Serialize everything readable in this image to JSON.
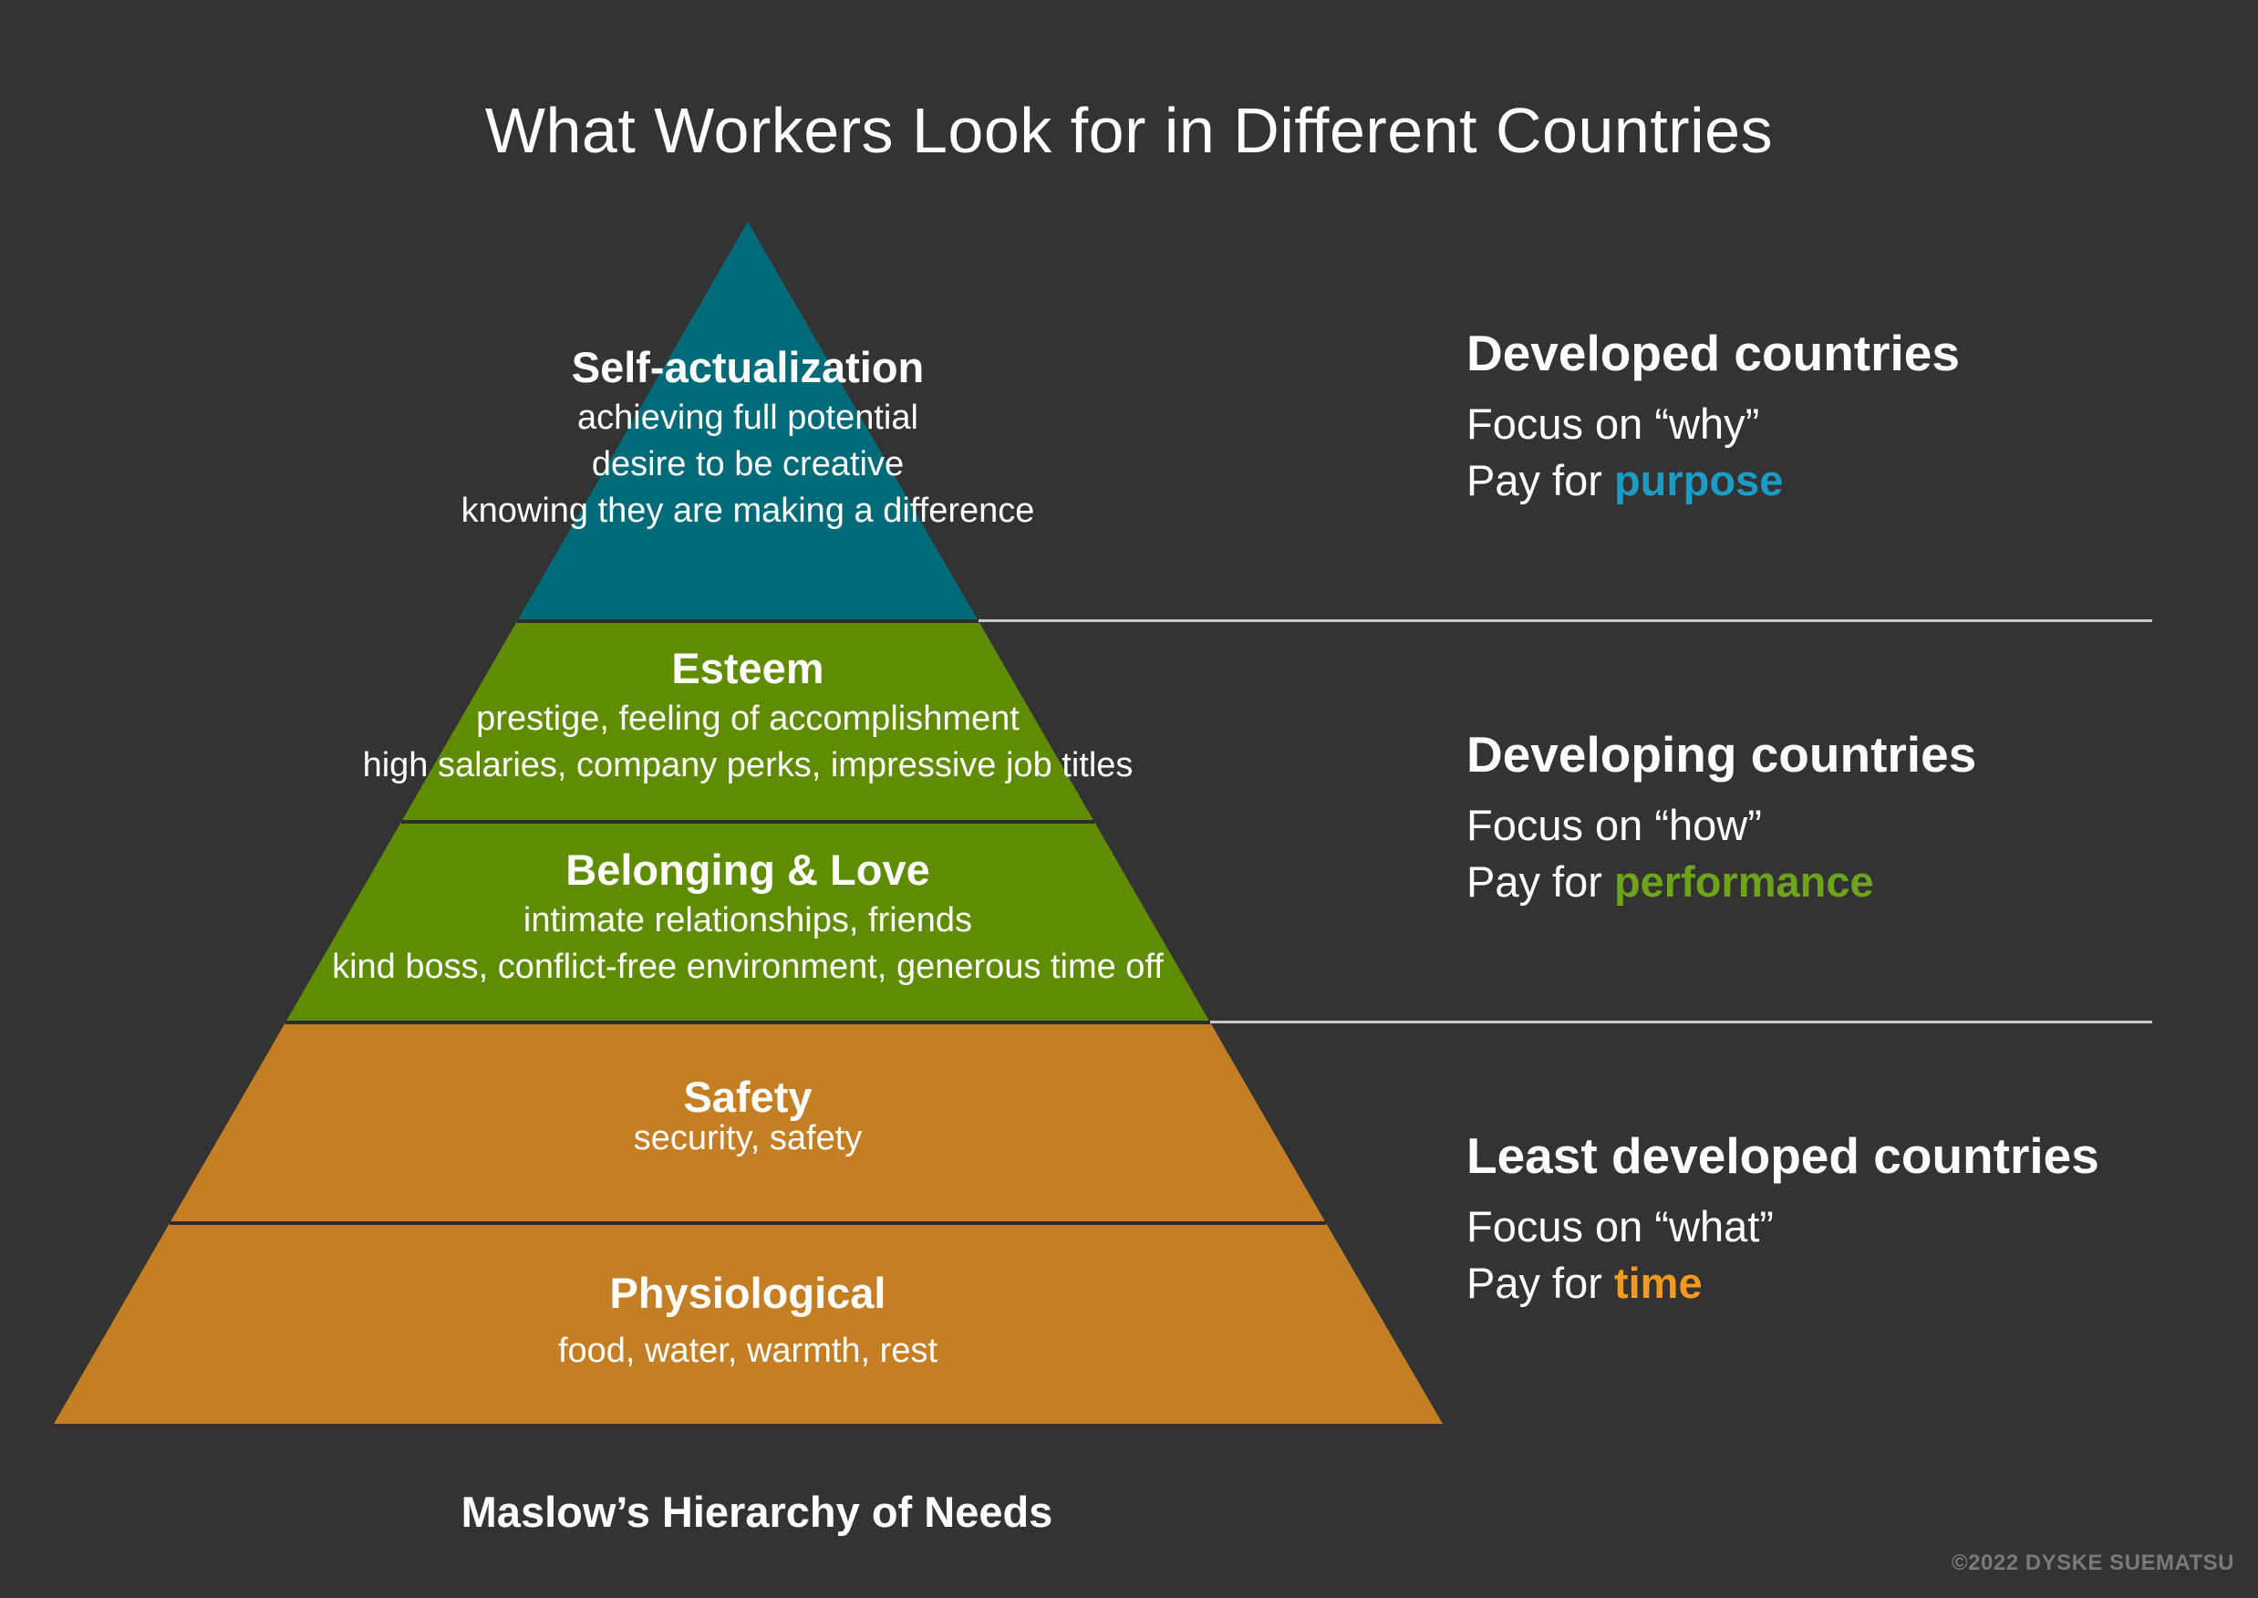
{
  "title": "What Workers Look for in Different Countries",
  "colors": {
    "background": "#333333",
    "teal": "#006b78",
    "green": "#5f8c00",
    "orange": "#c47e23",
    "purpose_accent": "#1a9cc6",
    "performance_accent": "#6fa319",
    "time_accent": "#f29a1f",
    "divider": "#c9c9c9"
  },
  "pyramid": {
    "caption": "Maslow’s Hierarchy of Needs",
    "levels": [
      {
        "name": "Self-actualization",
        "descriptions": [
          "achieving full potential",
          "desire to be creative",
          "knowing they are making a difference"
        ],
        "color": "teal"
      },
      {
        "name": "Esteem",
        "descriptions": [
          "prestige, feeling of accomplishment",
          "high salaries, company perks, impressive job titles"
        ],
        "color": "green"
      },
      {
        "name": "Belonging & Love",
        "descriptions": [
          "intimate relationships, friends",
          "kind boss, conflict-free environment, generous time off"
        ],
        "color": "green"
      },
      {
        "name": "Safety",
        "descriptions": [
          "security, safety"
        ],
        "color": "orange"
      },
      {
        "name": "Physiological",
        "descriptions": [
          "food, water, warmth, rest"
        ],
        "color": "orange"
      }
    ]
  },
  "groups": [
    {
      "title": "Developed countries",
      "focus": "Focus on “why”",
      "pay_prefix": "Pay for ",
      "pay_keyword": "purpose",
      "accent": "purpose_accent"
    },
    {
      "title": "Developing countries",
      "focus": "Focus on “how”",
      "pay_prefix": "Pay for ",
      "pay_keyword": "performance",
      "accent": "performance_accent"
    },
    {
      "title": "Least developed countries",
      "focus": "Focus on “what”",
      "pay_prefix": "Pay for ",
      "pay_keyword": "time",
      "accent": "time_accent"
    }
  ],
  "copyright": "©2022 DYSKE SUEMATSU"
}
